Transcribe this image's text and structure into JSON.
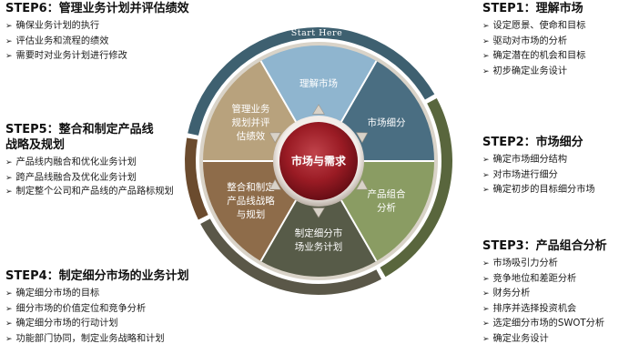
{
  "center": {
    "label": "市场与需求"
  },
  "start_here": "Start Here",
  "segments": [
    {
      "lines": [
        "理解市场"
      ],
      "color": "#8fb5cf"
    },
    {
      "lines": [
        "市场细分"
      ],
      "color": "#4a6e82"
    },
    {
      "lines": [
        "产品组合",
        "分析"
      ],
      "color": "#8a9c63"
    },
    {
      "lines": [
        "制定细分市",
        "场业务计划"
      ],
      "color": "#575b48"
    },
    {
      "lines": [
        "整合和制定",
        "产品线战略",
        "与规划"
      ],
      "color": "#8e6c4a"
    },
    {
      "lines": [
        "管理业务",
        "规划并评",
        "估绩效"
      ],
      "color": "#b8a27d"
    }
  ],
  "ring_colors": {
    "top_blue": "#3e6070",
    "right_green": "#59663d",
    "bottom_brown": "#5a5748",
    "left_brown": "#6b4b2e",
    "inner_shadow": "#d9d3c8"
  },
  "steps": {
    "step1": {
      "title": "STEP1：理解市场",
      "items": [
        "设定愿景、使命和目标",
        "驱动对市场的分析",
        "确定潜在的机会和目标",
        "初步确定业务设计"
      ]
    },
    "step2": {
      "title": "STEP2：市场细分",
      "items": [
        "确定市场细分结构",
        "对市场进行细分",
        "确定初步的目标细分市场"
      ]
    },
    "step3": {
      "title": "STEP3：产品组合分析",
      "items": [
        "市场吸引力分析",
        "竞争地位和差距分析",
        "财务分析",
        "排序并选择投资机会",
        "选定细分市场的SWOT分析",
        "确定业务设计"
      ]
    },
    "step4": {
      "title": "STEP4：制定细分市场的业务计划",
      "items": [
        "确定细分市场的目标",
        "细分市场的价值定位和竞争分析",
        "确定细分市场的行动计划",
        "功能部门协同，制定业务战略和计划"
      ]
    },
    "step5": {
      "title_lines": [
        "STEP5：整合和制定产品线",
        "战略及规划"
      ],
      "items": [
        "产品线内融合和优化业务计划",
        "跨产品线融合及优化业务计划",
        "制定整个公司和产品线的产品路标规划"
      ]
    },
    "step6": {
      "title": "STEP6：管理业务计划并评估绩效",
      "items": [
        "确保业务计划的执行",
        "评估业务和流程的绩效",
        "需要时对业务计划进行修改"
      ]
    }
  }
}
